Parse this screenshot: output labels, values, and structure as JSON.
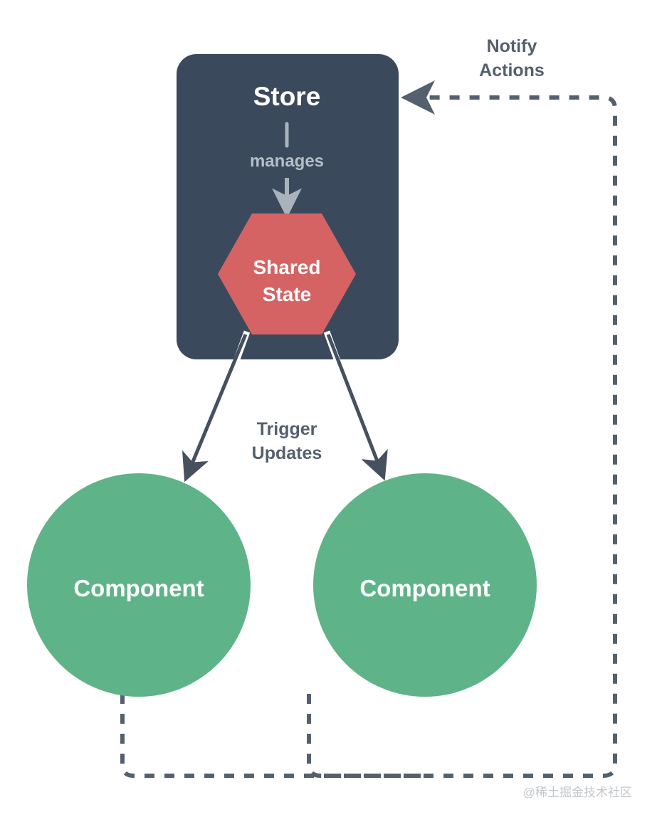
{
  "diagram": {
    "background_color": "#ffffff",
    "store": {
      "title": "Store",
      "box_color": "#3a4a5c",
      "manages_label": "manages",
      "manages_label_color": "#b7bec6"
    },
    "shared_state": {
      "line1": "Shared",
      "line2": "State",
      "shape": "hexagon",
      "color": "#d56363"
    },
    "components": [
      {
        "label": "Component",
        "shape": "circle",
        "color": "#5fb389"
      },
      {
        "label": "Component",
        "shape": "circle",
        "color": "#5fb389"
      }
    ],
    "edges": [
      {
        "name": "notify-actions",
        "line1": "Notify",
        "line2": "Actions",
        "style": "dashed",
        "color": "#55606e",
        "from": "components",
        "to": "store"
      },
      {
        "name": "trigger-updates",
        "line1": "Trigger",
        "line2": "Updates",
        "style": "solid",
        "color": "#46505f",
        "from": "shared-state",
        "to": "components"
      }
    ],
    "watermark": "@稀土掘金技术社区"
  }
}
